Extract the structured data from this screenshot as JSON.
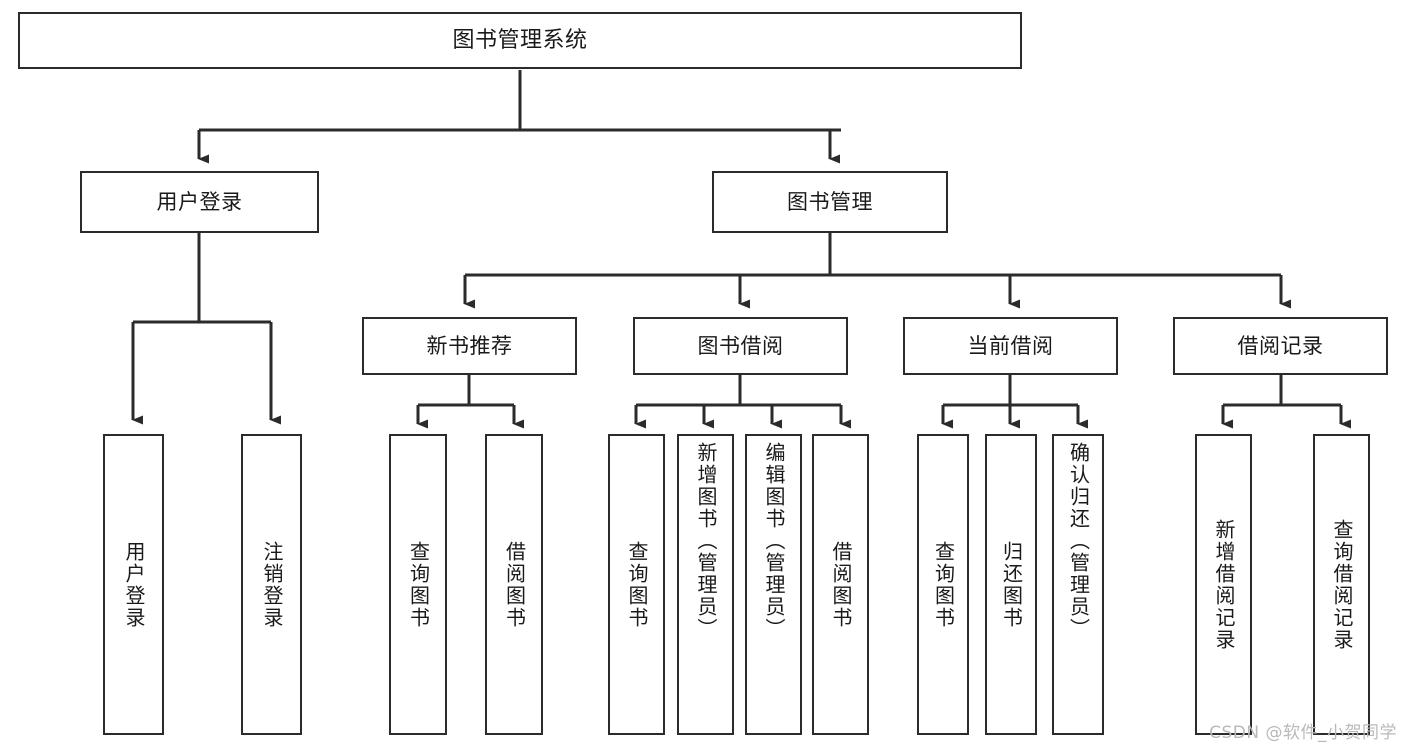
{
  "diagram": {
    "title": "图书管理系统",
    "type": "tree",
    "background_color": "#ffffff",
    "line_color": "#2b2b2b",
    "box_border_color": "#2b2b2b",
    "box_fill_color": "#ffffff",
    "text_color": "#1a1a1a"
  },
  "root": {
    "label": "图书管理系统"
  },
  "level2": [
    {
      "label": "用户登录"
    },
    {
      "label": "图书管理"
    }
  ],
  "level3": [
    {
      "label": "新书推荐"
    },
    {
      "label": "图书借阅"
    },
    {
      "label": "当前借阅"
    },
    {
      "label": "借阅记录"
    }
  ],
  "leaves": {
    "user_login": [
      {
        "label": "用户登录"
      },
      {
        "label": "注销登录"
      }
    ],
    "new_book_recommend": [
      {
        "label": "查询图书"
      },
      {
        "label": "借阅图书"
      }
    ],
    "book_borrow": [
      {
        "label": "查询图书"
      },
      {
        "label": "新增图书（管理员）"
      },
      {
        "label": "编辑图书（管理员）"
      },
      {
        "label": "借阅图书"
      }
    ],
    "current_borrow": [
      {
        "label": "查询图书"
      },
      {
        "label": "归还图书"
      },
      {
        "label": "确认归还（管理员）"
      }
    ],
    "borrow_record": [
      {
        "label": "新增借阅记录"
      },
      {
        "label": "查询借阅记录"
      }
    ]
  },
  "watermark": {
    "text": "CSDN @软件_小贺同学"
  }
}
